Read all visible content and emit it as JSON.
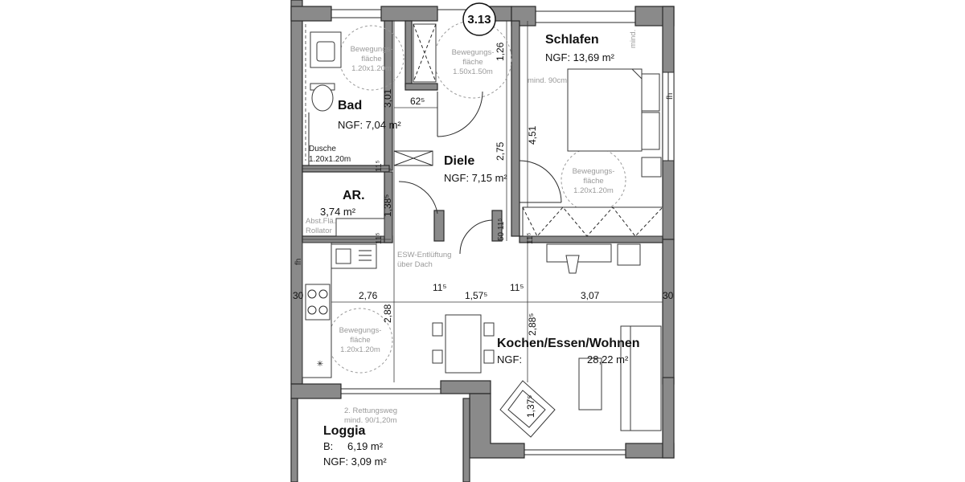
{
  "unit_badge": "3.13",
  "rooms": {
    "bad": {
      "name": "Bad",
      "area": "NGF: 7,04 m²"
    },
    "dusche": {
      "line1": "Dusche",
      "line2": "1.20x1.20m"
    },
    "diele": {
      "name": "Diele",
      "area": "NGF: 7,15 m²"
    },
    "ar": {
      "name": "AR.",
      "area": "3,74 m²"
    },
    "schlafen": {
      "name": "Schlafen",
      "area": "NGF: 13,69 m²"
    },
    "kochen": {
      "name": "Kochen/Essen/Wohnen",
      "ngf_label": "NGF:",
      "area": "28,22 m²"
    },
    "loggia": {
      "name": "Loggia",
      "b_label": "B:",
      "b_area": "6,19 m²",
      "ngf": "NGF: 3,09 m²"
    }
  },
  "notes": {
    "mind90": "mind. 90cm",
    "mind_vertical": "mind.",
    "abst_fla": "Abst.Flä.",
    "rollator": "Rollator",
    "esw_line1": "ESW-Entlüftung",
    "esw_line2": "über Dach",
    "rettung_line1": "2. Rettungsweg",
    "rettung_line2": "mind. 90/1,20m",
    "fh": "fh"
  },
  "movement_areas": [
    {
      "line1": "Bewegungs-",
      "line2": "fläche",
      "line3": "1.20x1.20m"
    },
    {
      "line1": "Bewegungs-",
      "line2": "fläche",
      "line3": "1.50x1.50m"
    },
    {
      "line1": "Bewegungs-",
      "line2": "fläche",
      "line3": "1.20x1.20m"
    },
    {
      "line1": "Bewegungs-",
      "line2": "fläche",
      "line3": "1.20x1.20m"
    }
  ],
  "dimensions": {
    "d_301": "3,01",
    "d_625": "62⁵",
    "d_126": "1,26",
    "d_275": "2,75",
    "d_451": "4,51",
    "d_115a": "11⁵",
    "d_1385": "1,38⁵",
    "d_115b": "11⁵",
    "d_5015": "50 11⁵",
    "d_115c": "11⁵",
    "d_30l": "30",
    "d_276": "2,76",
    "d_115d": "11⁵",
    "d_1575": "1,57⁵",
    "d_115e": "11⁵",
    "d_307": "3,07",
    "d_30r": "30",
    "d_288a": "2,88",
    "d_2885": "2,88⁵",
    "d_1375": "1,37⁵"
  }
}
